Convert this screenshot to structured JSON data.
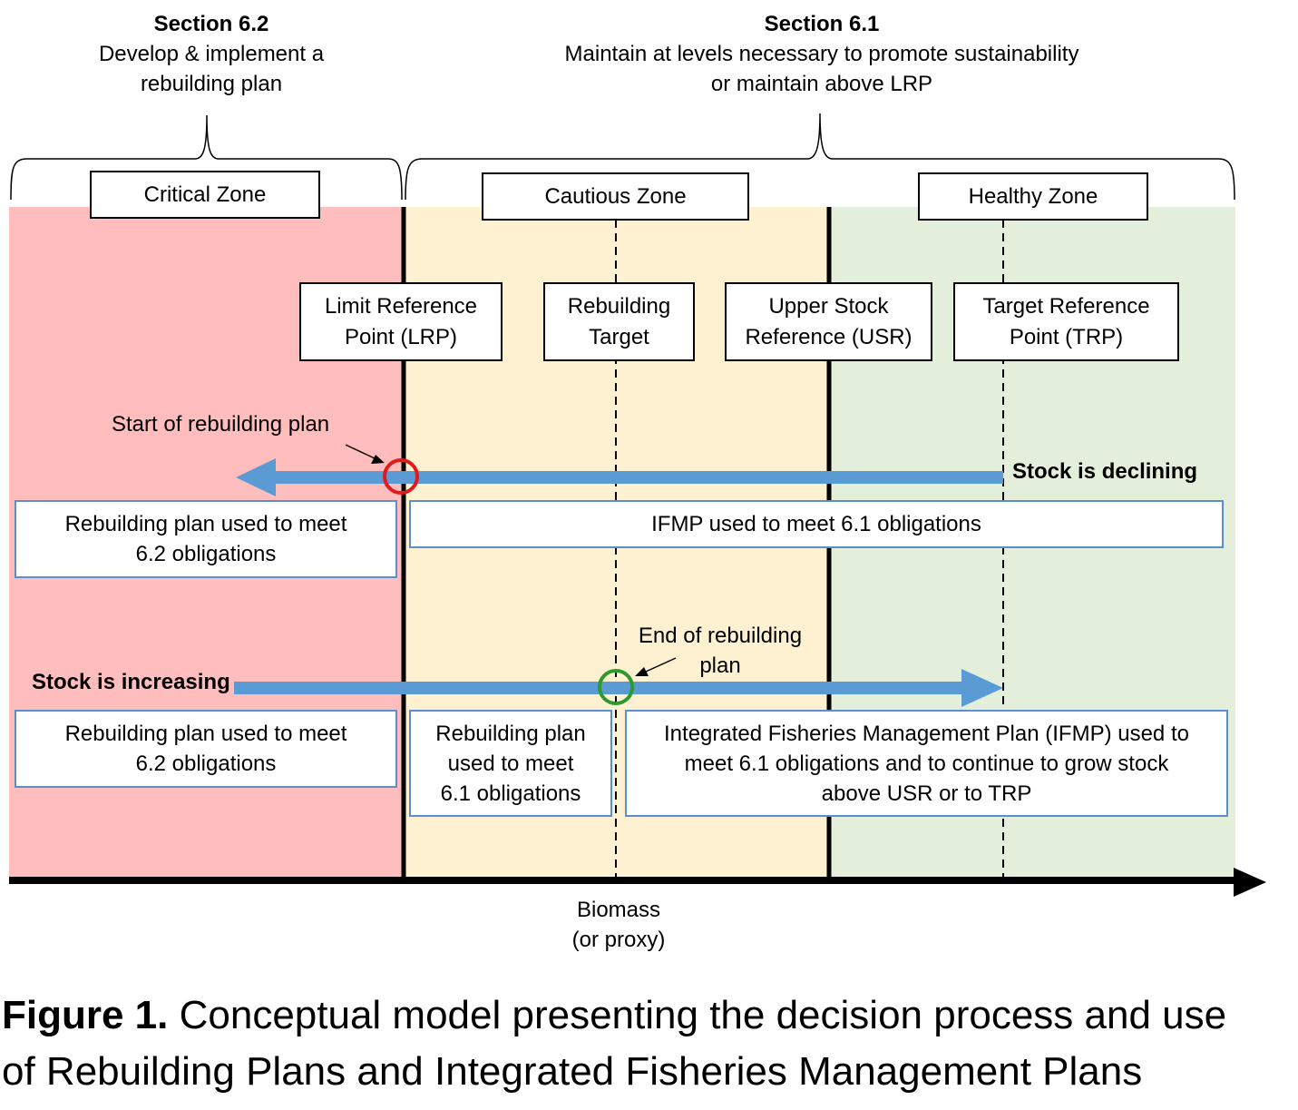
{
  "sections": {
    "s62": {
      "title": "Section 6.2",
      "line1": "Develop & implement a",
      "line2": "rebuilding plan"
    },
    "s61": {
      "title": "Section 6.1",
      "line1": "Maintain at levels necessary to promote sustainability",
      "line2": "or maintain above LRP"
    }
  },
  "zones": {
    "critical": {
      "label": "Critical Zone",
      "color": "#ffbdbd"
    },
    "cautious": {
      "label": "Cautious Zone",
      "color": "#fdf1d2"
    },
    "healthy": {
      "label": "Healthy Zone",
      "color": "#e3eedb"
    }
  },
  "reference_points": {
    "lrp": {
      "line1": "Limit Reference",
      "line2": "Point (LRP)"
    },
    "rebuilding_target": {
      "line1": "Rebuilding",
      "line2": "Target"
    },
    "usr": {
      "line1": "Upper Stock",
      "line2": "Reference (USR)"
    },
    "trp": {
      "line1": "Target Reference",
      "line2": "Point (TRP)"
    }
  },
  "declining": {
    "start_label": "Start of rebuilding plan",
    "stock_label": "Stock is declining",
    "critical_box": {
      "line1": "Rebuilding plan used to meet",
      "line2": "6.2 obligations"
    },
    "ifmp_box": "IFMP used to meet 6.1 obligations",
    "marker_color": "#e01b1b"
  },
  "increasing": {
    "stock_label": "Stock is increasing",
    "end_label_line1": "End of rebuilding",
    "end_label_line2": "plan",
    "critical_box": {
      "line1": "Rebuilding plan used to meet",
      "line2": "6.2 obligations"
    },
    "cautious_box": {
      "line1": "Rebuilding plan",
      "line2": "used to meet",
      "line3": "6.1 obligations"
    },
    "ifmp_box": {
      "line1": "Integrated Fisheries Management Plan (IFMP) used to",
      "line2": "meet 6.1 obligations and to continue to grow stock",
      "line3": "above USR or to TRP"
    },
    "marker_color": "#2e9a2e"
  },
  "arrow_color": "#5b9bd5",
  "axis": {
    "line1": "Biomass",
    "line2": "(or proxy)"
  },
  "caption": {
    "bold": "Figure 1.",
    "text1": " Conceptual model presenting the decision process and use",
    "text2": "of Rebuilding Plans and Integrated Fisheries Management Plans"
  }
}
